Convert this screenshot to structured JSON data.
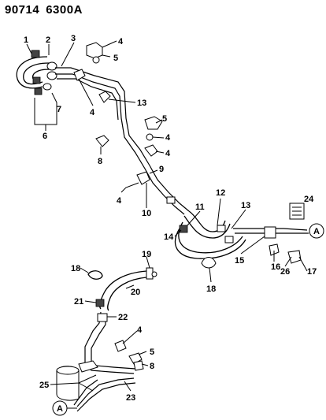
{
  "header": {
    "code_left": "90714",
    "code_right": "6300A"
  },
  "connector_symbol": "A",
  "callouts": {
    "c1": "1",
    "c2": "2",
    "c3": "3",
    "c4a": "4",
    "c5a": "5",
    "c7": "7",
    "c6": "6",
    "c4b": "4",
    "c13a": "13",
    "c5b": "5",
    "c4c": "4",
    "c4d": "4",
    "c8a": "8",
    "c9": "9",
    "c4e": "4",
    "c10": "10",
    "c12": "12",
    "c11": "11",
    "c13b": "13",
    "c24": "24",
    "c14": "14",
    "c15": "15",
    "c17": "17",
    "c16": "16",
    "c26": "26",
    "c18a": "18",
    "c18b": "18",
    "c19": "19",
    "c20": "20",
    "c21": "21",
    "c22": "22",
    "c4f": "4",
    "c5c": "5",
    "c8b": "8",
    "c25": "25",
    "c23": "23"
  }
}
